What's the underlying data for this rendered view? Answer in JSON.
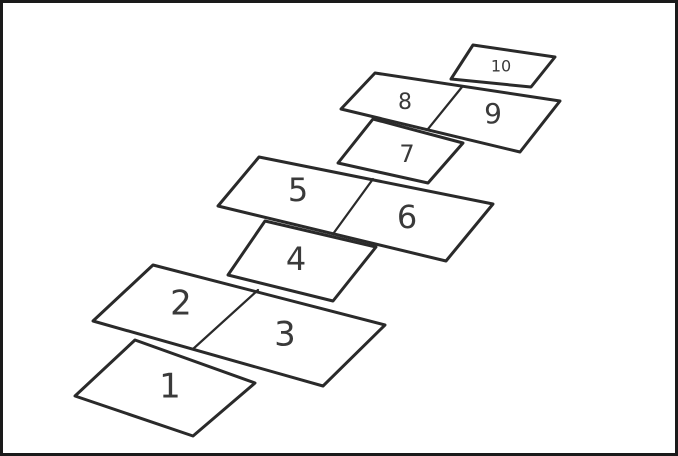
{
  "diagram": {
    "numbers": [
      "1",
      "2",
      "3",
      "4",
      "5",
      "6",
      "7",
      "8",
      "9",
      "10"
    ]
  }
}
